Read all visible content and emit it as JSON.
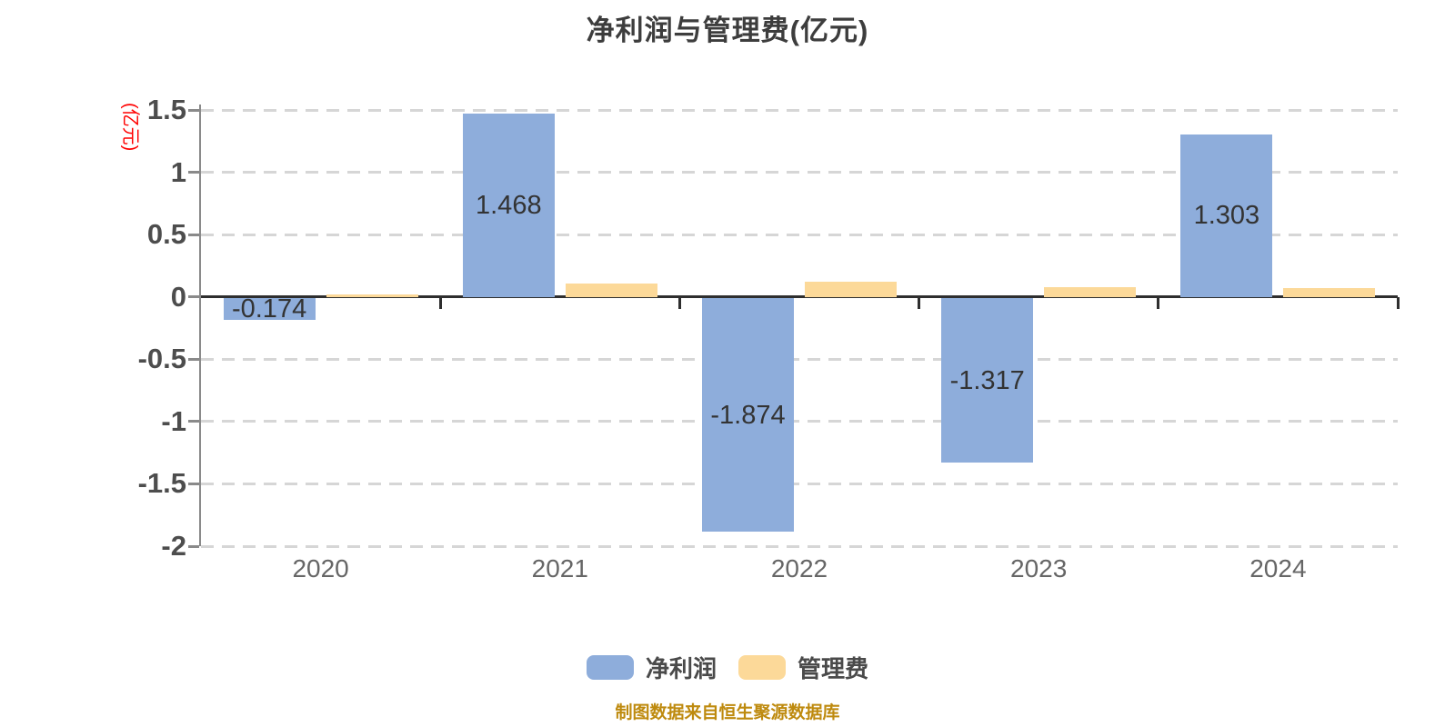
{
  "title": "净利润与管理费(亿元)",
  "source_note": "制图数据来自恒生聚源数据库",
  "colors": {
    "net_profit": "#8EADDB",
    "management_fee": "#FCD999",
    "gridline": "#d6d6d6",
    "zero_line": "#2e2e2e",
    "axis_line": "#8a8a8a",
    "title_text": "#3d3d3d",
    "value_label_text": "#333333",
    "x_label_text": "#666666",
    "y_label_text": "#4d4d4d",
    "unit_label_text": "#ff0000",
    "legend_text": "#4a4a4a",
    "source_text": "#BE8A0E"
  },
  "chart_data": {
    "type": "bar",
    "title": "净利润与管理费(亿元)",
    "categories": [
      "2020",
      "2021",
      "2022",
      "2023",
      "2024"
    ],
    "series": [
      {
        "name": "净利润",
        "key": "net-profit",
        "color": "#8EADDB",
        "values": [
          -0.174,
          1.468,
          -1.874,
          -1.317,
          1.303
        ],
        "data_labels": [
          "-0.174",
          "1.468",
          "-1.874",
          "-1.317",
          "1.303"
        ]
      },
      {
        "name": "管理费",
        "key": "management-fee",
        "color": "#FCD999",
        "values": [
          0.02,
          0.11,
          0.12,
          0.08,
          0.07
        ],
        "data_labels": null
      }
    ],
    "ylabel": "(亿元)",
    "ylim": [
      -2,
      1.5
    ],
    "yticks": [
      1.5,
      1,
      0.5,
      0,
      -0.5,
      -1,
      -1.5,
      -2
    ],
    "grid": "horizontal dashed",
    "legend_position": "bottom"
  }
}
